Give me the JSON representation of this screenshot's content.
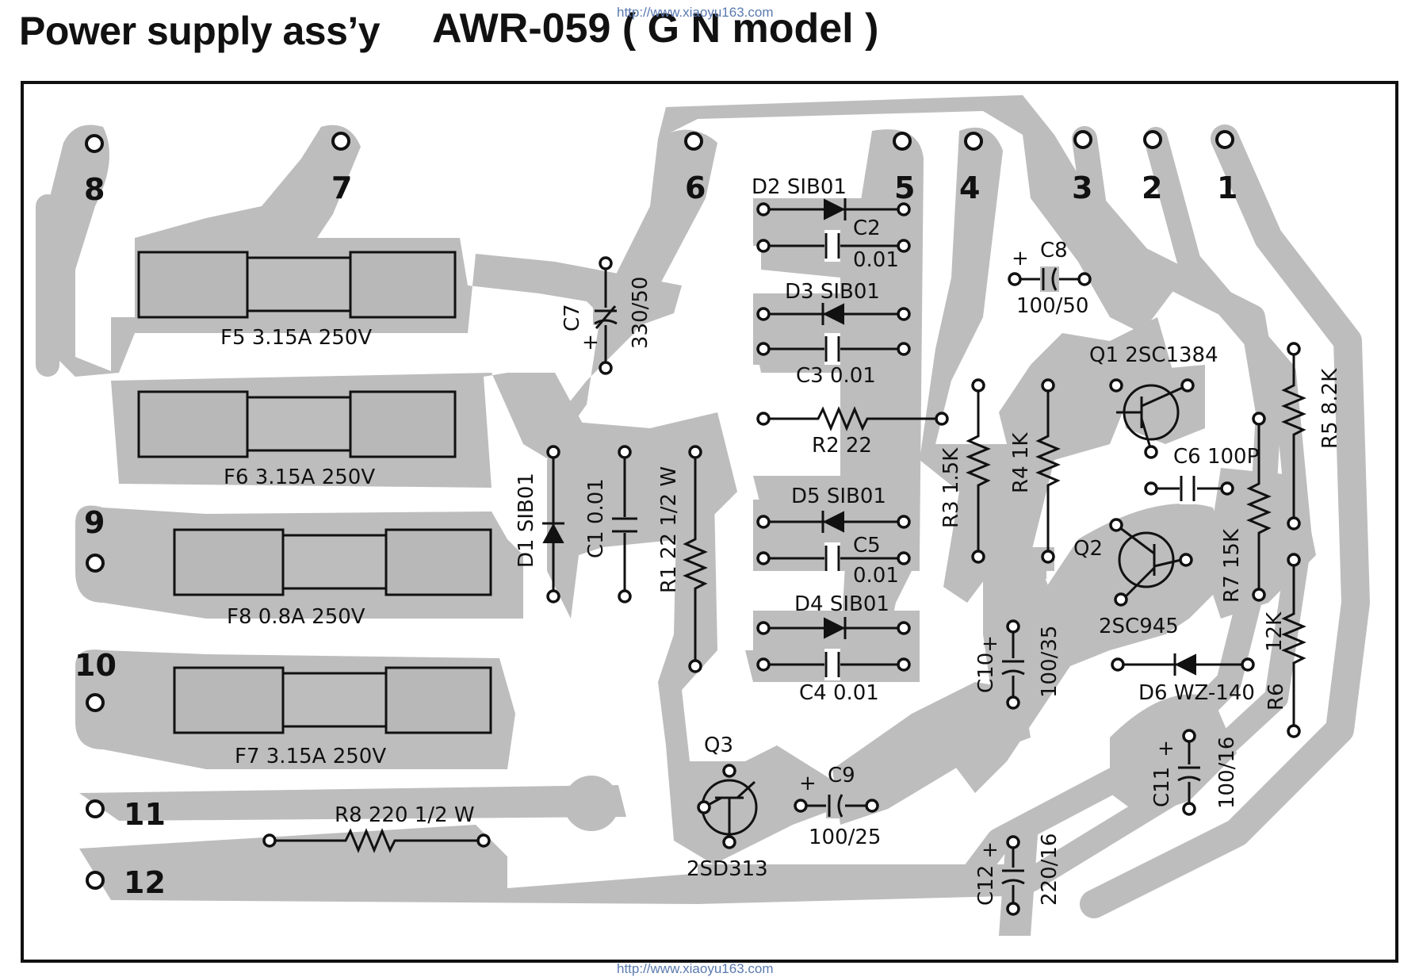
{
  "header": {
    "title": "Power supply ass’y",
    "model": "AWR-059 ( G N  model )"
  },
  "watermark": {
    "top": "http://www.xiaoyu163.com",
    "bottom": "http://www.xiaoyu163.com"
  },
  "terminals": {
    "t1": "1",
    "t2": "2",
    "t3": "3",
    "t4": "4",
    "t5": "5",
    "t6": "6",
    "t7": "7",
    "t8": "8",
    "t9": "9",
    "t10": "10",
    "t11": "11",
    "t12": "12"
  },
  "fuses": {
    "f5": "F5  3.15A  250V",
    "f6": "F6  3.15A  250V",
    "f8": "F8  0.8A  250V",
    "f7": "F7  3.15A  250V"
  },
  "components": {
    "d2": "D2 SIB01",
    "c2_name": "C2",
    "c2_val": "0.01",
    "d3": "D3 SIB01",
    "c3": "C3 0.01",
    "r2": "R2 22",
    "d5": "D5 SIB01",
    "c5_name": "C5",
    "c5_val": "0.01",
    "d4": "D4 SIB01",
    "c4": "C4 0.01",
    "c7_name": "C7",
    "c7_val": "330/50",
    "d1": "D1 SIB01",
    "c1": "C1 0.01",
    "r1": "R1 22  1/2 W",
    "c8_name": "C8",
    "c8_val": "100/50",
    "q1": "Q1 2SC1384",
    "r3": "R3 1.5K",
    "r4": "R4 1K",
    "r5": "R5 8.2K",
    "c6": "C6 100P",
    "q2": "Q2",
    "q2_part": "2SC945",
    "r7": "R7 15K",
    "r6_name": "R6",
    "r6_val": "12K",
    "d6": "D6 WZ-140",
    "c10_name": "C10",
    "c10_val": "100/35",
    "c11_name": "C11",
    "c11_val": "100/16",
    "q3": "Q3",
    "q3_part": "2SD313",
    "c9_name": "C9",
    "c9_val": "100/25",
    "c12_name": "C12",
    "c12_val": "220/16",
    "r8": "R8 220  1/2 W",
    "plus": "+"
  }
}
